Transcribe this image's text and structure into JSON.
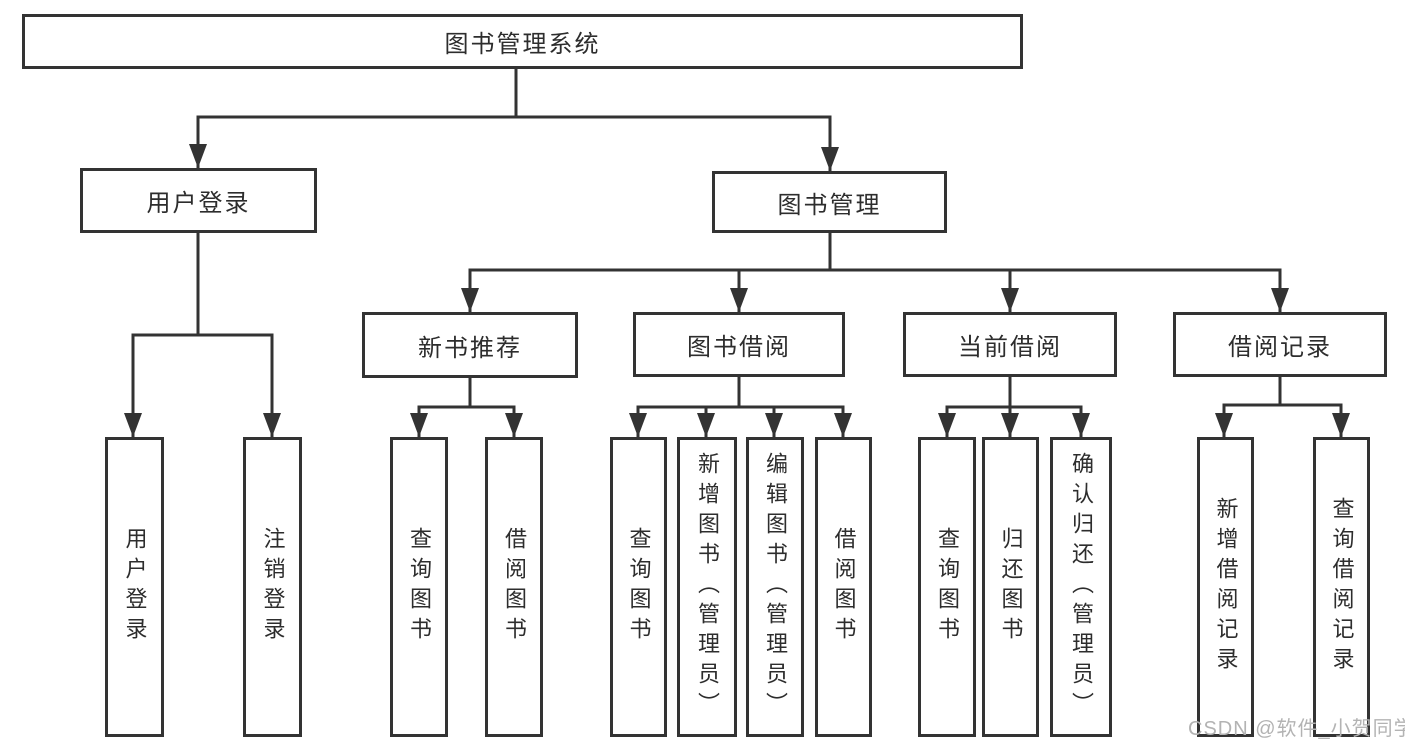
{
  "root": {
    "label": "图书管理系统"
  },
  "level2": [
    {
      "label": "用户登录"
    },
    {
      "label": "图书管理"
    }
  ],
  "modules": [
    {
      "label": "新书推荐"
    },
    {
      "label": "图书借阅"
    },
    {
      "label": "当前借阅"
    },
    {
      "label": "借阅记录"
    }
  ],
  "leaves": [
    {
      "label": "用户登录",
      "parent": "用户登录"
    },
    {
      "label": "注销登录",
      "parent": "用户登录"
    },
    {
      "label": "查询图书",
      "parent": "新书推荐"
    },
    {
      "label": "借阅图书",
      "parent": "新书推荐"
    },
    {
      "label": "查询图书",
      "parent": "图书借阅"
    },
    {
      "label": "新增图书（管理员）",
      "parent": "图书借阅"
    },
    {
      "label": "编辑图书（管理员）",
      "parent": "图书借阅"
    },
    {
      "label": "借阅图书",
      "parent": "图书借阅"
    },
    {
      "label": "查询图书",
      "parent": "当前借阅"
    },
    {
      "label": "归还图书",
      "parent": "当前借阅"
    },
    {
      "label": "确认归还（管理员）",
      "parent": "当前借阅"
    },
    {
      "label": "新增借阅记录",
      "parent": "借阅记录"
    },
    {
      "label": "查询借阅记录",
      "parent": "借阅记录"
    }
  ],
  "watermark": "CSDN @软件_小贺同学",
  "colors": {
    "line": "#333333",
    "text": "#2d2d2d",
    "watermark": "#b3b3b3",
    "background": "#ffffff"
  }
}
